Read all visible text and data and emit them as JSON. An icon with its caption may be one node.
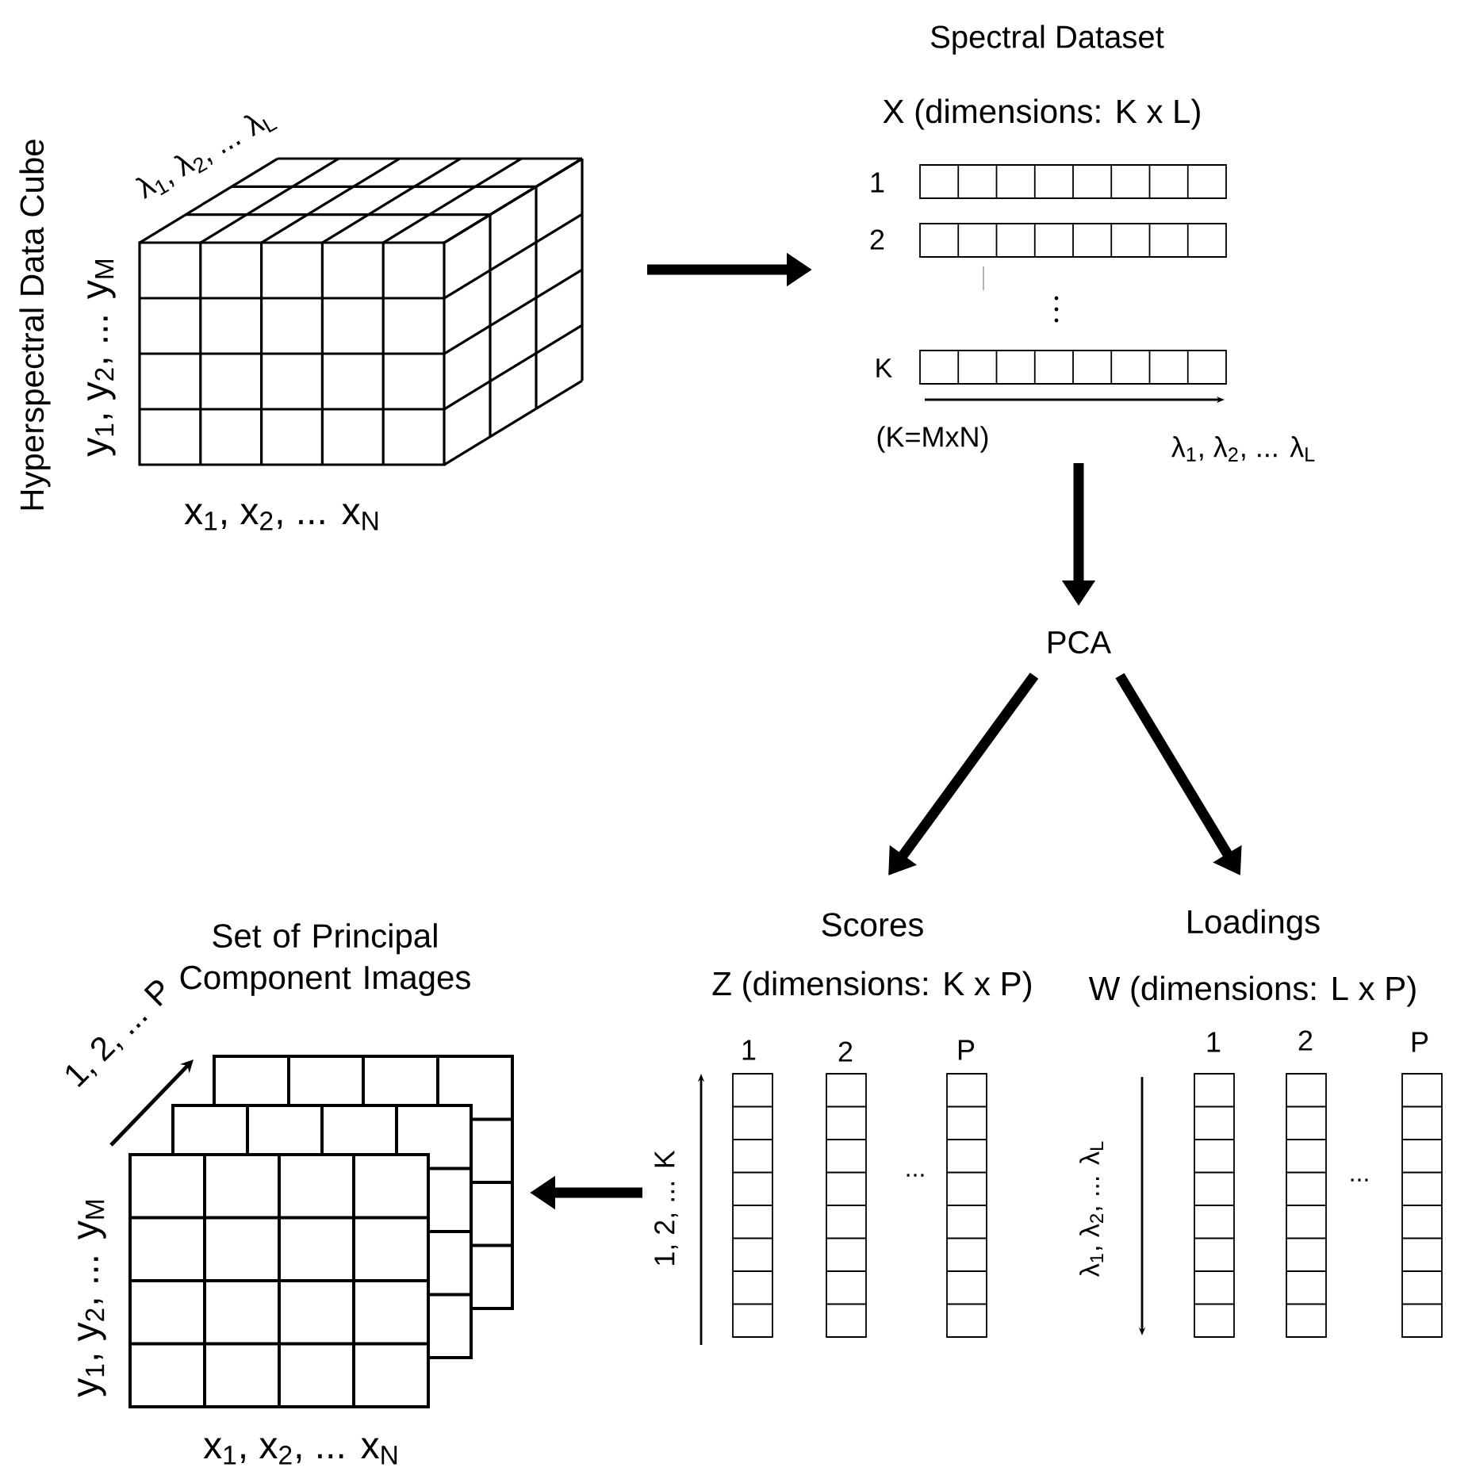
{
  "diagram": {
    "nodes": [
      {
        "text": [
          "Hyperspectral Data Cube",
          "λ$_{1}$, λ$_{2}$, ... λ$_{L}$",
          "y$_{1}$, y$_{2}$, ... y$_{M}$",
          "x$_{1}$, x$_{2}$, ... x$_{N}$"
        ]
      },
      {
        "text": [
          "Spectral Dataset",
          "X (dimensions: K x L)",
          "1",
          "2",
          "K",
          "(K=MxN)",
          "λ$_{1}$, λ$_{2}$, ... λ$_{L}$"
        ]
      },
      {
        "text": [
          "PCA"
        ]
      },
      {
        "text": [
          "Scores",
          "Z (dimensions: K x P)",
          "1",
          "2",
          "P",
          "...",
          "1, 2, ... K"
        ]
      },
      {
        "text": [
          "Loadings",
          "W (dimensions: L x P)",
          "1",
          "2",
          "P",
          "...",
          "λ$_{1}$, λ$_{2}$, ... λ$_{L}$"
        ]
      },
      {
        "text": [
          "Set of Principal Component Images",
          "1, 2, ... P",
          "y$_{1}$, y$_{2}$, ... y$_{M}$",
          "x$_{1}$, x$_{2}$, ... x$_{N}$"
        ]
      }
    ],
    "edges": [
      {
        "from": 0,
        "to": 1,
        "arrow": "to"
      },
      {
        "from": 1,
        "to": 2,
        "arrow": "to"
      },
      {
        "from": 2,
        "to": 3,
        "arrow": "to"
      },
      {
        "from": 2,
        "to": 4,
        "arrow": "to"
      },
      {
        "from": 3,
        "to": 5,
        "arrow": "to"
      }
    ]
  }
}
